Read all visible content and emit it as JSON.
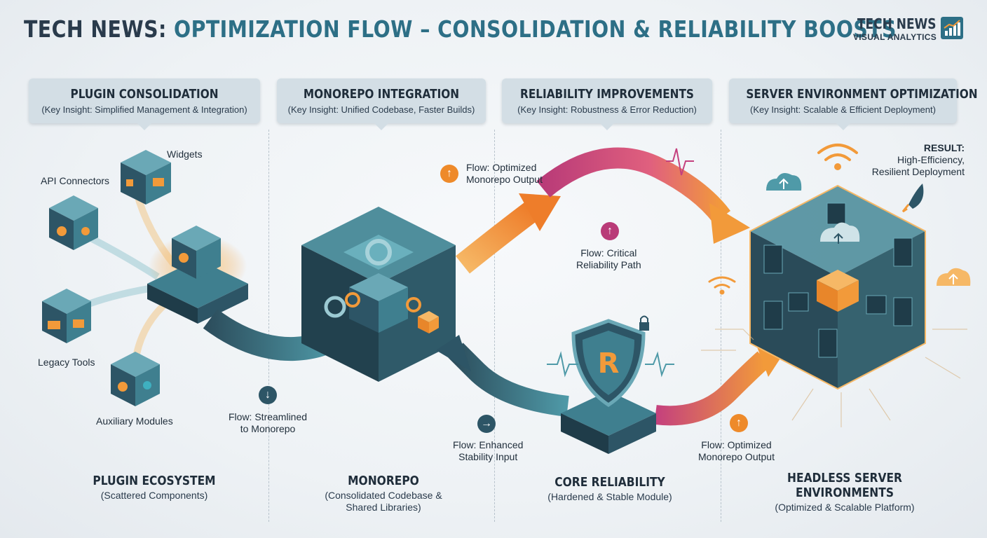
{
  "header": {
    "title_part1": "TECH NEWS:",
    "title_part2": "OPTIMIZATION FLOW – CONSOLIDATION & RELIABILITY BOOSTS",
    "brand_line1": "TECH NEWS",
    "brand_line2": "VISUAL ANALYTICS",
    "brand_icon": "bar-chart-trend-icon"
  },
  "panels": [
    {
      "title": "PLUGIN CONSOLIDATION",
      "subtitle": "(Key Insight: Simplified Management & Integration)"
    },
    {
      "title": "MONOREPO INTEGRATION",
      "subtitle": "(Key Insight: Unified Codebase, Faster Builds)"
    },
    {
      "title": "RELIABILITY IMPROVEMENTS",
      "subtitle": "(Key Insight: Robustness & Error Reduction)"
    },
    {
      "title": "SERVER ENVIRONMENT OPTIMIZATION",
      "subtitle": "(Key Insight: Scalable & Efficient Deployment)"
    }
  ],
  "components": {
    "widgets": "Widgets",
    "api_connectors": "API Connectors",
    "legacy_tools": "Legacy Tools",
    "auxiliary_modules": "Auxiliary Modules"
  },
  "flows": {
    "streamlined": {
      "line1": "Flow: Streamlined",
      "line2": "to Monorepo",
      "icon": "arrow-down-icon"
    },
    "optimized_top": {
      "line1": "Flow: Optimized",
      "line2": "Monorepo Output",
      "icon": "arrow-up-icon"
    },
    "critical": {
      "line1": "Flow: Critical",
      "line2": "Reliability Path",
      "icon": "arrow-up-icon"
    },
    "enhanced": {
      "line1": "Flow: Enhanced",
      "line2": "Stability Input",
      "icon": "arrow-right-icon"
    },
    "optimized_bottom": {
      "line1": "Flow: Optimized",
      "line2": "Monorepo Output",
      "icon": "arrow-up-icon"
    }
  },
  "result": {
    "heading": "RESULT:",
    "line1": "High-Efficiency,",
    "line2": "Resilient Deployment"
  },
  "bottom_labels": [
    {
      "title": "PLUGIN ECOSYSTEM",
      "sub1": "(Scattered Components)",
      "sub2": ""
    },
    {
      "title": "MONOREPO",
      "sub1": "(Consolidated Codebase &",
      "sub2": "Shared Libraries)"
    },
    {
      "title": "CORE RELIABILITY",
      "sub1": "(Hardened & Stable Module)",
      "sub2": ""
    },
    {
      "title": "HEADLESS SERVER",
      "title2": "ENVIRONMENTS",
      "sub1": "(Optimized & Scalable Platform)",
      "sub2": ""
    }
  ],
  "shield_letter": "R",
  "colors": {
    "teal_dark": "#2d4f5e",
    "teal": "#3f7f8f",
    "orange": "#f29a3a",
    "magenta": "#c4407e",
    "panel_bg": "#d3dee5",
    "badge_dark": "#2d5566",
    "badge_orange": "#ee8a2a",
    "badge_magenta": "#b93b78"
  }
}
